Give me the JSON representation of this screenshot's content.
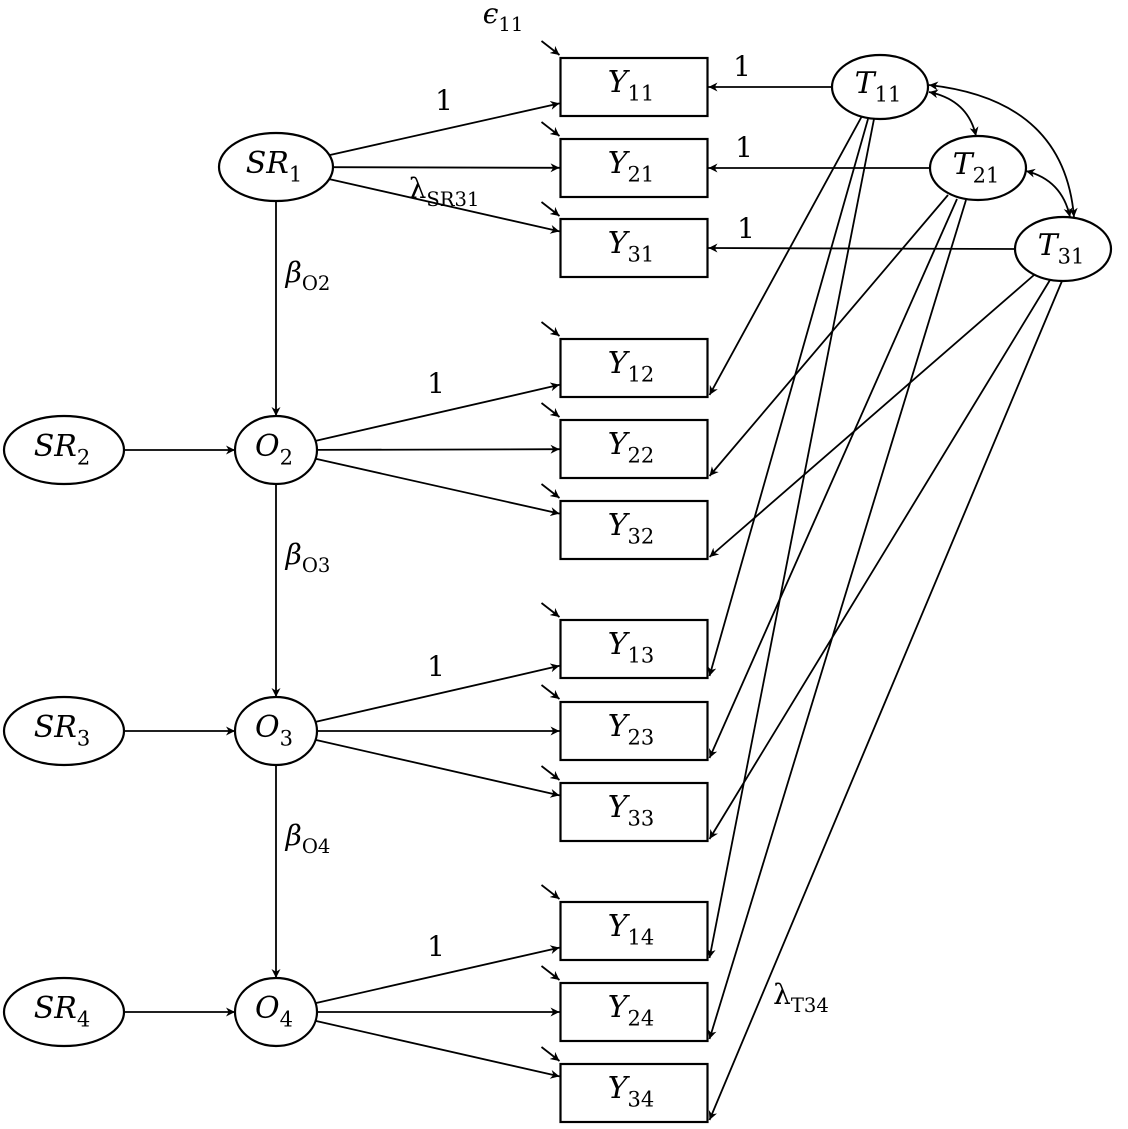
{
  "colors": {
    "stroke": "#000000",
    "background": "#ffffff"
  },
  "observed": {
    "Y11": {
      "base": "Y",
      "sub": "11"
    },
    "Y21": {
      "base": "Y",
      "sub": "21"
    },
    "Y31": {
      "base": "Y",
      "sub": "31"
    },
    "Y12": {
      "base": "Y",
      "sub": "12"
    },
    "Y22": {
      "base": "Y",
      "sub": "22"
    },
    "Y32": {
      "base": "Y",
      "sub": "32"
    },
    "Y13": {
      "base": "Y",
      "sub": "13"
    },
    "Y23": {
      "base": "Y",
      "sub": "23"
    },
    "Y33": {
      "base": "Y",
      "sub": "33"
    },
    "Y14": {
      "base": "Y",
      "sub": "14"
    },
    "Y24": {
      "base": "Y",
      "sub": "24"
    },
    "Y34": {
      "base": "Y",
      "sub": "34"
    }
  },
  "latent": {
    "SR1": {
      "base": "SR",
      "sub": "1"
    },
    "SR2": {
      "base": "SR",
      "sub": "2"
    },
    "SR3": {
      "base": "SR",
      "sub": "3"
    },
    "SR4": {
      "base": "SR",
      "sub": "4"
    },
    "O2": {
      "base": "O",
      "sub": "2"
    },
    "O3": {
      "base": "O",
      "sub": "3"
    },
    "O4": {
      "base": "O",
      "sub": "4"
    },
    "T11": {
      "base": "T",
      "sub": "11"
    },
    "T21": {
      "base": "T",
      "sub": "21"
    },
    "T31": {
      "base": "T",
      "sub": "31"
    }
  },
  "paths": [
    {
      "from": "SR1",
      "to": "Y11"
    },
    {
      "from": "SR1",
      "to": "Y21"
    },
    {
      "from": "SR1",
      "to": "Y31"
    },
    {
      "from": "O2",
      "to": "Y12"
    },
    {
      "from": "O2",
      "to": "Y22"
    },
    {
      "from": "O2",
      "to": "Y32"
    },
    {
      "from": "O3",
      "to": "Y13"
    },
    {
      "from": "O3",
      "to": "Y23"
    },
    {
      "from": "O3",
      "to": "Y33"
    },
    {
      "from": "O4",
      "to": "Y14"
    },
    {
      "from": "O4",
      "to": "Y24"
    },
    {
      "from": "O4",
      "to": "Y34"
    },
    {
      "from": "SR1",
      "to": "O2"
    },
    {
      "from": "O2",
      "to": "O3"
    },
    {
      "from": "O3",
      "to": "O4"
    },
    {
      "from": "SR2",
      "to": "O2"
    },
    {
      "from": "SR3",
      "to": "O3"
    },
    {
      "from": "SR4",
      "to": "O4"
    },
    {
      "from": "T11",
      "to": "Y11"
    },
    {
      "from": "T11",
      "to": "Y12"
    },
    {
      "from": "T11",
      "to": "Y13"
    },
    {
      "from": "T11",
      "to": "Y14"
    },
    {
      "from": "T21",
      "to": "Y21"
    },
    {
      "from": "T21",
      "to": "Y22"
    },
    {
      "from": "T21",
      "to": "Y23"
    },
    {
      "from": "T21",
      "to": "Y24"
    },
    {
      "from": "T31",
      "to": "Y31"
    },
    {
      "from": "T31",
      "to": "Y32"
    },
    {
      "from": "T31",
      "to": "Y33"
    },
    {
      "from": "T31",
      "to": "Y34"
    }
  ],
  "covariances": [
    {
      "from": "T11",
      "to": "T21"
    },
    {
      "from": "T21",
      "to": "T31"
    },
    {
      "from": "T11",
      "to": "T31"
    }
  ],
  "labels": {
    "epsilon": {
      "base": "ϵ",
      "sub": "11"
    },
    "one_sr1_y11": "1",
    "one_t11": "1",
    "one_t21": "1",
    "one_t31": "1",
    "one_o2": "1",
    "one_o3": "1",
    "one_o4": "1",
    "lambda_sr31": {
      "base": "λ",
      "sub": "SR31"
    },
    "lambda_t34": {
      "base": "λ",
      "sub": "T34"
    },
    "beta_o2": {
      "base": "β",
      "sub": "O2"
    },
    "beta_o3": {
      "base": "β",
      "sub": "O3"
    },
    "beta_o4": {
      "base": "β",
      "sub": "O4"
    }
  }
}
